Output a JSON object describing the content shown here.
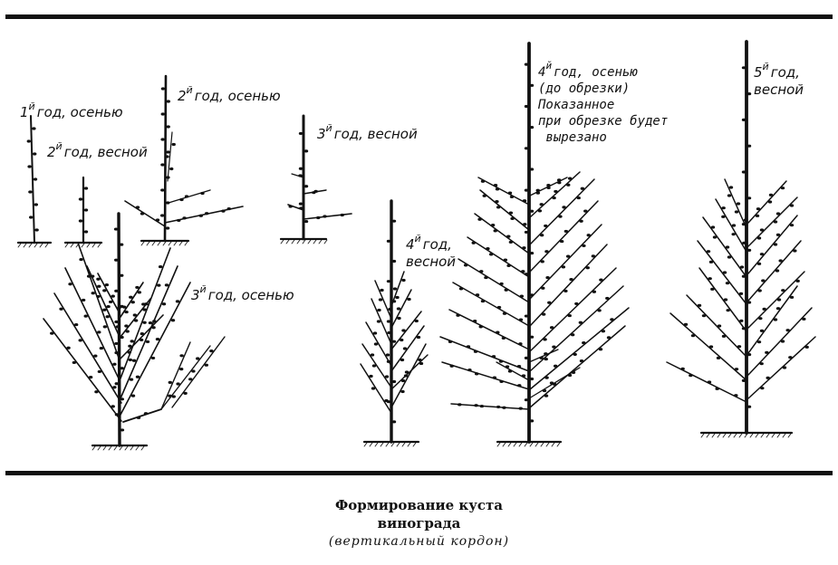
{
  "labels": {
    "y1_autumn": {
      "num": "1",
      "sup": "й",
      "text": "год, осенью"
    },
    "y2_spring": {
      "num": "2",
      "sup": "й",
      "text": "год, весной"
    },
    "y2_autumn": {
      "num": "2",
      "sup": "й",
      "text": "год, осенью"
    },
    "y3_spring": {
      "num": "3",
      "sup": "й",
      "text": "год, весной"
    },
    "y3_autumn": {
      "num": "3",
      "sup": "й",
      "text": "год, осенью"
    },
    "y4_spring": {
      "num": "4",
      "sup": "й",
      "text": "год,\nвесной"
    },
    "y4_autumn": {
      "num": "4",
      "sup": "й",
      "text": "год, осенью\n(до обрезки)\nПоказанное\nпри обрезке будет\n вырезано"
    },
    "y5_spring": {
      "num": "5",
      "sup": "й",
      "text": "год,\nвесной"
    }
  },
  "caption": {
    "line1": "Формирование куста",
    "line2": "винограда",
    "line3": "(вертикальный кордон)"
  }
}
